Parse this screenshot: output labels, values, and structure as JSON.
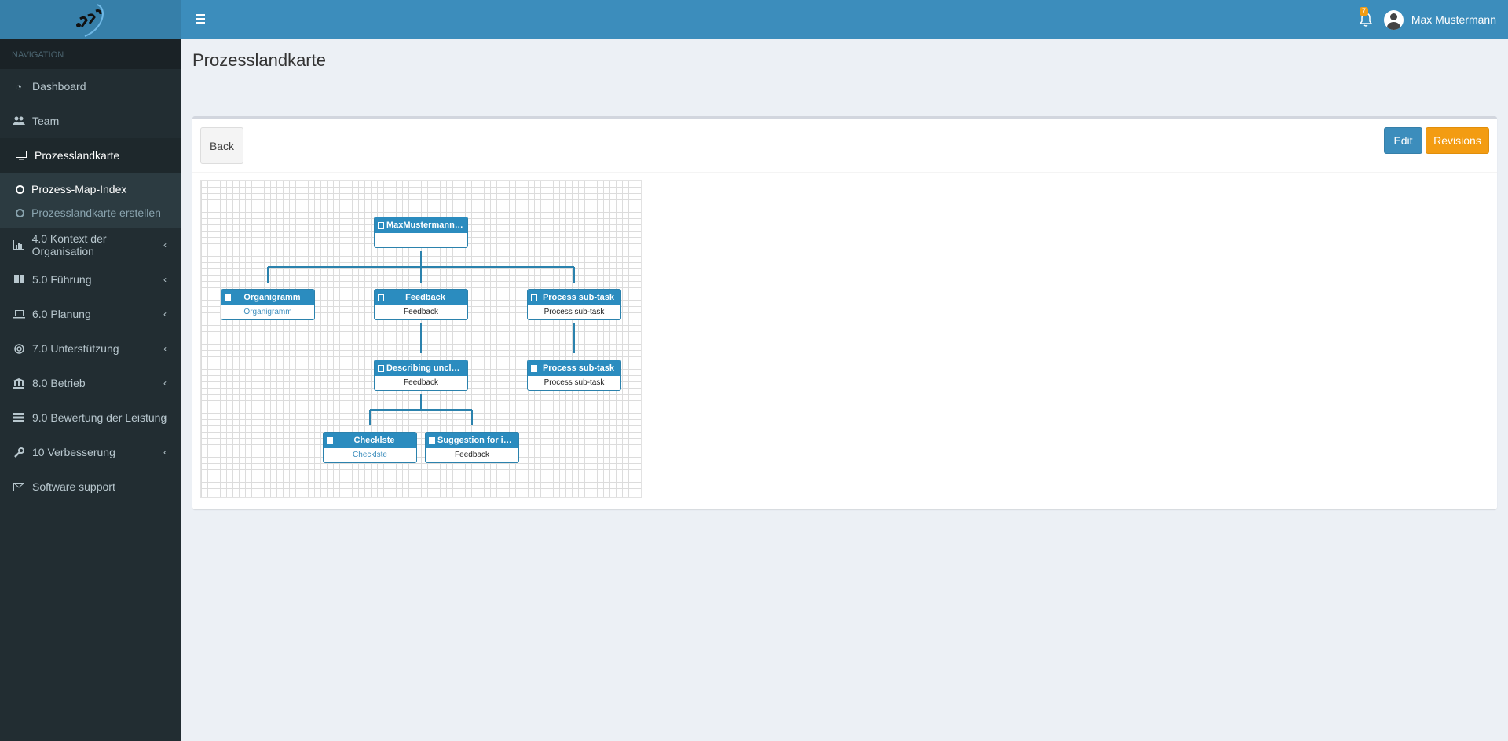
{
  "header": {
    "user_name": "Max Mustermann",
    "notification_count": "7"
  },
  "sidebar": {
    "nav_header": "NAVIGATION",
    "items": [
      {
        "label": "Dashboard",
        "icon": "dashboard-icon"
      },
      {
        "label": "Team",
        "icon": "users-icon"
      },
      {
        "label": "Prozesslandkarte",
        "icon": "desktop-icon"
      },
      {
        "label": "4.0 Kontext der Organisation",
        "icon": "bar-chart-icon"
      },
      {
        "label": "5.0 Führung",
        "icon": "grid-icon"
      },
      {
        "label": "6.0 Planung",
        "icon": "laptop-icon"
      },
      {
        "label": "7.0 Unterstützung",
        "icon": "life-ring-icon"
      },
      {
        "label": "8.0 Betrieb",
        "icon": "bank-icon"
      },
      {
        "label": "9.0 Bewertung der Leistung",
        "icon": "server-icon"
      },
      {
        "label": "10 Verbesserung",
        "icon": "wrench-icon"
      },
      {
        "label": "Software support",
        "icon": "envelope-icon"
      }
    ],
    "submenu": [
      {
        "label": "Prozess-Map-Index"
      },
      {
        "label": "Prozesslandkarte erstellen"
      }
    ]
  },
  "page": {
    "title": "Prozesslandkarte",
    "back_label": "Back",
    "edit_label": "Edit",
    "revisions_label": "Revisions"
  },
  "process_map": {
    "nodes": [
      {
        "title": "MaxMustermann AG",
        "body": ""
      },
      {
        "title": "Organigramm",
        "body": "Organigramm"
      },
      {
        "title": "Feedback",
        "body": "Feedback"
      },
      {
        "title": "Process sub-task",
        "body": "Process sub-task"
      },
      {
        "title": "Describing unclea...",
        "body": "Feedback"
      },
      {
        "title": "Process sub-task",
        "body": "Process sub-task"
      },
      {
        "title": "Checklste",
        "body": "Checklste"
      },
      {
        "title": "Suggestion for im...",
        "body": "Feedback"
      }
    ]
  }
}
